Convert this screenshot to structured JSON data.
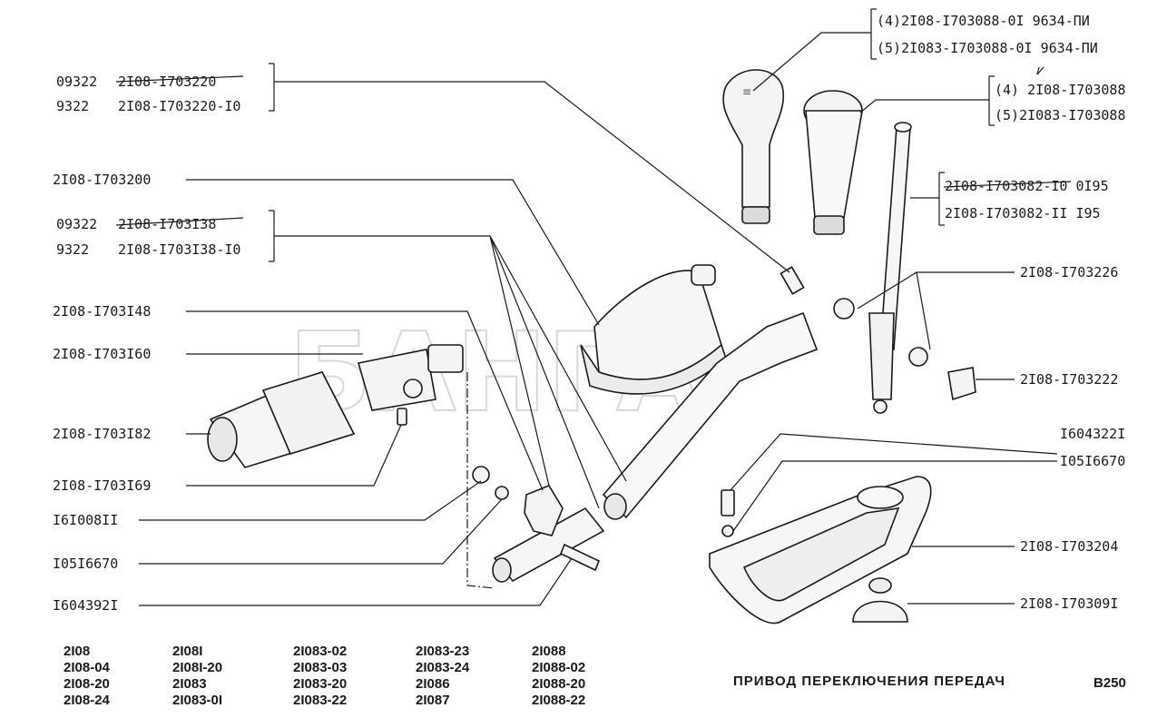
{
  "watermark": "БАНГА",
  "callouts_left": [
    {
      "top": "09322",
      "top_part": "2I08-I703220",
      "bottom": "9322",
      "bottom_part": "2I08-I703220-I0"
    },
    {
      "single": "2I08-I703200"
    },
    {
      "top": "09322",
      "top_part": "2I08-I703I38",
      "bottom": "9322",
      "bottom_part": "2I08-I703I38-I0"
    },
    {
      "single": "2I08-I703I48"
    },
    {
      "single": "2I08-I703I60"
    },
    {
      "single": "2I08-I703I82"
    },
    {
      "single": "2I08-I703I69"
    },
    {
      "single": "I6I008II"
    },
    {
      "single": "I05I6670"
    },
    {
      "single": "I604392I"
    }
  ],
  "callouts_right": [
    {
      "line1": "(4)2I08-I703088-0I  9634-ПИ",
      "line2": "(5)2I083-I703088-0I 9634-ПИ"
    },
    {
      "line1": "(4) 2I08-I703088",
      "line2": "(5)2I083-I703088"
    },
    {
      "line1_struck": "2I08-I703082-I0",
      "line1_tail": " 0I95",
      "line2": "2I08-I703082-II  I95"
    },
    {
      "single": "2I08-I703226"
    },
    {
      "single": "2I08-I703222"
    },
    {
      "single": "I604322I"
    },
    {
      "single": "I05I6670"
    },
    {
      "single": "2I08-I703204"
    },
    {
      "single": "2I08-I70309I"
    }
  ],
  "models": [
    [
      "2I08",
      "2I08-04",
      "2I08-20",
      "2I08-24"
    ],
    [
      "2I08I",
      "2I08I-20",
      "2I083",
      "2I083-0I"
    ],
    [
      "2I083-02",
      "2I083-03",
      "2I083-20",
      "2I083-22"
    ],
    [
      "2I083-23",
      "2I083-24",
      "2I086",
      "2I087"
    ],
    [
      "2I088",
      "2I088-02",
      "2I088-20",
      "2I088-22"
    ]
  ],
  "caption": "ПРИВОД ПЕРЕКЛЮЧЕНИЯ ПЕРЕДАЧ",
  "page_code": "B250"
}
